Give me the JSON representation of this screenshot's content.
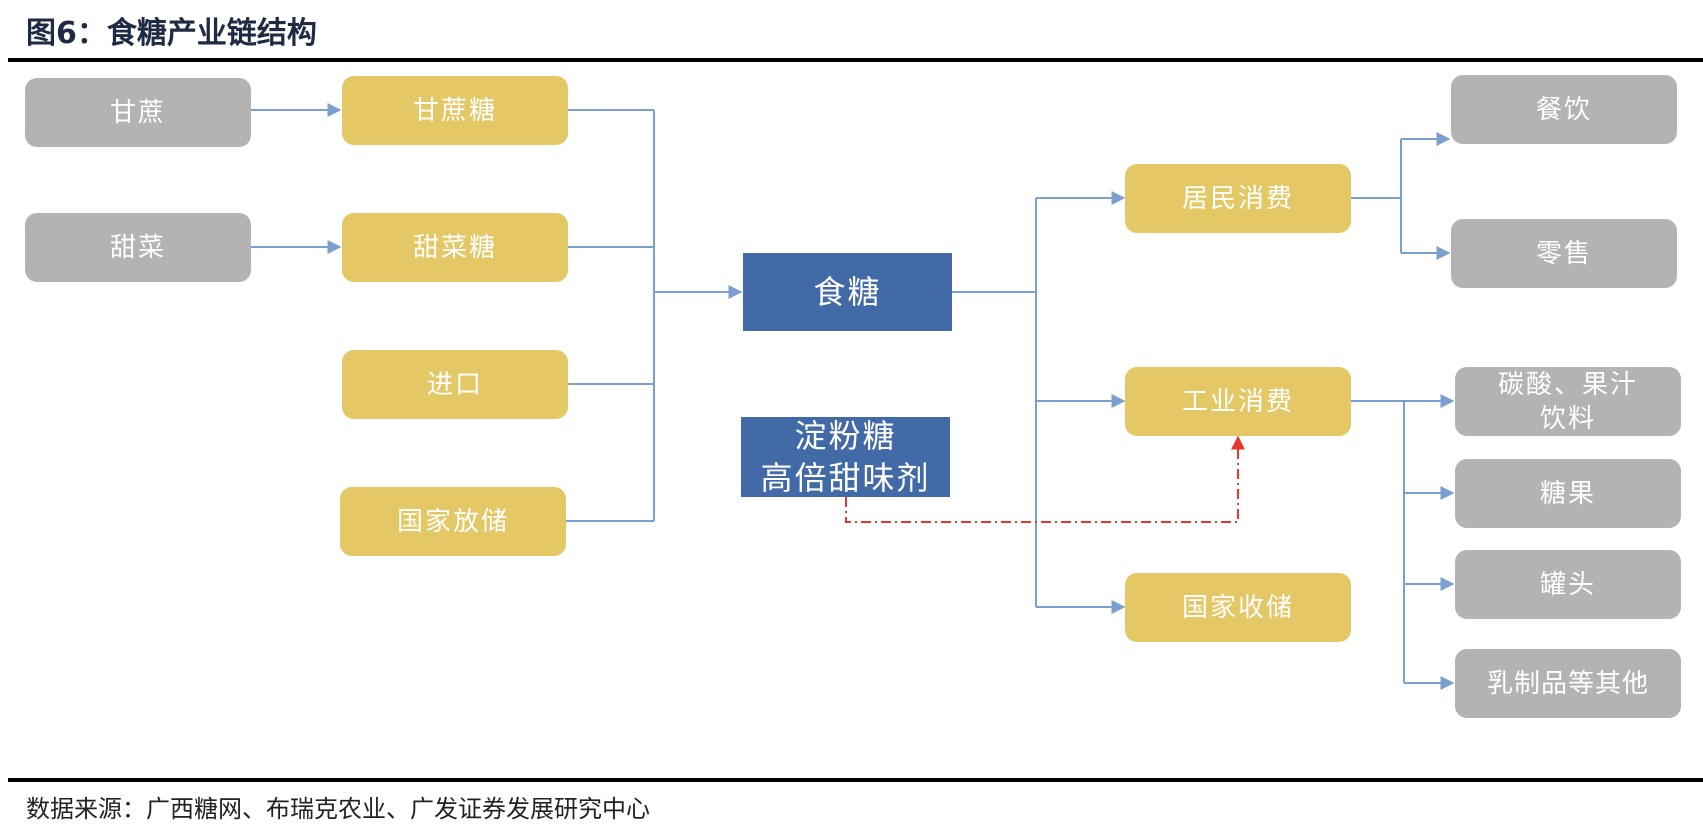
{
  "title": "图6：食糖产业链结构",
  "source": "数据来源：广西糖网、布瑞克农业、广发证券发展研究中心",
  "colors": {
    "raw": "#b3b3b3",
    "supply": "#e3c865",
    "core": "#426aa6",
    "connector": "#7ba0cf",
    "substitute_arrow": "#e8362d"
  },
  "raw_materials": [
    "甘蔗",
    "甜菜"
  ],
  "supply": [
    "甘蔗糖",
    "甜菜糖",
    "进口",
    "国家放储"
  ],
  "core": "食糖",
  "substitute": [
    "淀粉糖",
    "高倍甜味剂"
  ],
  "consumption": [
    "居民消费",
    "工业消费",
    "国家收储"
  ],
  "resident_channels": [
    "餐饮",
    "零售"
  ],
  "industrial_uses": [
    "碳酸、果汁饮料",
    "糖果",
    "罐头",
    "乳制品等其他"
  ]
}
